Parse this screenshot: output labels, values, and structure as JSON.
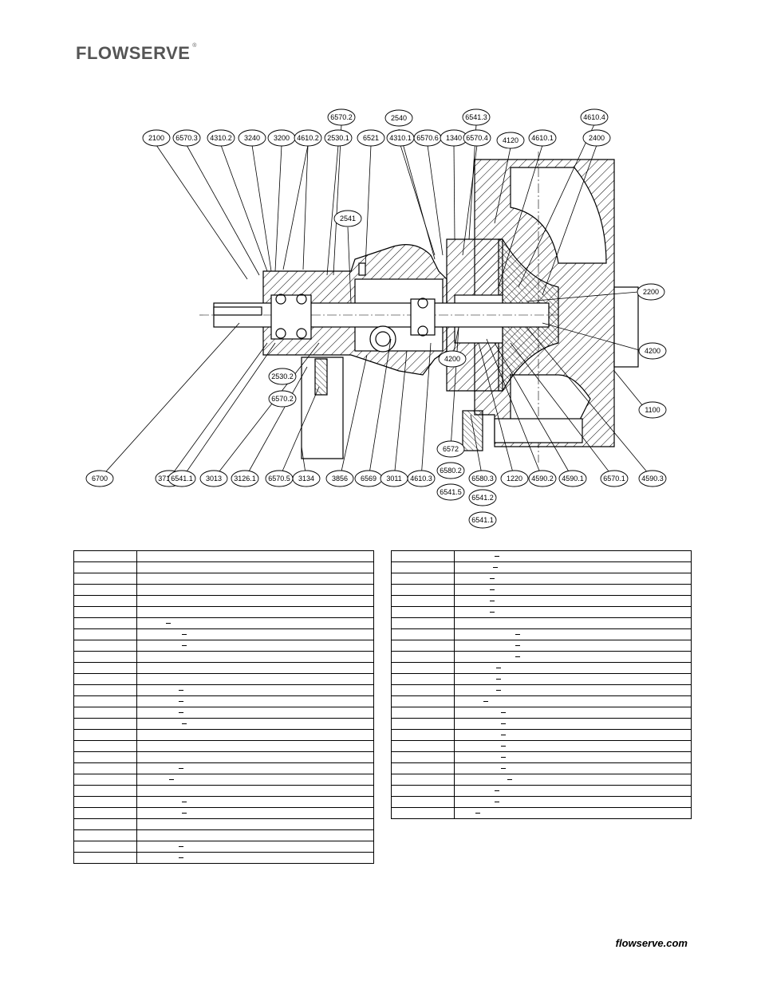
{
  "brand": {
    "logo_text": "FLOWSERVE",
    "registered_mark": "®"
  },
  "footer": {
    "url": "flowserve.com"
  },
  "callouts": [
    "2100",
    "6570.3",
    "4310.2",
    "3240",
    "3200",
    "4610.2",
    "2530.1",
    "6570.2",
    "6521",
    "2540",
    "4310.1",
    "6570.6",
    "1340",
    "6541.3",
    "6570.4",
    "4120",
    "4610.1",
    "4610.4",
    "2400",
    "2541",
    "2200",
    "4200",
    "1100",
    "4200",
    "2530.2",
    "6570.2",
    "6700",
    "3712.1",
    "6541.1",
    "3013",
    "3126.1",
    "6570.5",
    "3134",
    "3856",
    "6569",
    "3011",
    "4610.3",
    "6572",
    "6580.2",
    "6541.5",
    "6580.3",
    "6541.2",
    "6541.1",
    "1220",
    "4590.2",
    "4590.1",
    "6570.1",
    "4590.3"
  ],
  "table_left": {
    "rows": 28,
    "dash_rows": [
      6,
      7,
      8,
      12,
      13,
      14,
      15,
      19,
      20,
      22,
      23,
      26,
      27,
      28,
      29
    ]
  },
  "table_right": {
    "rows": 24,
    "dash_rows": [
      0,
      1,
      2,
      3,
      4,
      5,
      7,
      8,
      9,
      10,
      11,
      12,
      13,
      14,
      15,
      16,
      17,
      18,
      19,
      20,
      21,
      22,
      23
    ]
  }
}
